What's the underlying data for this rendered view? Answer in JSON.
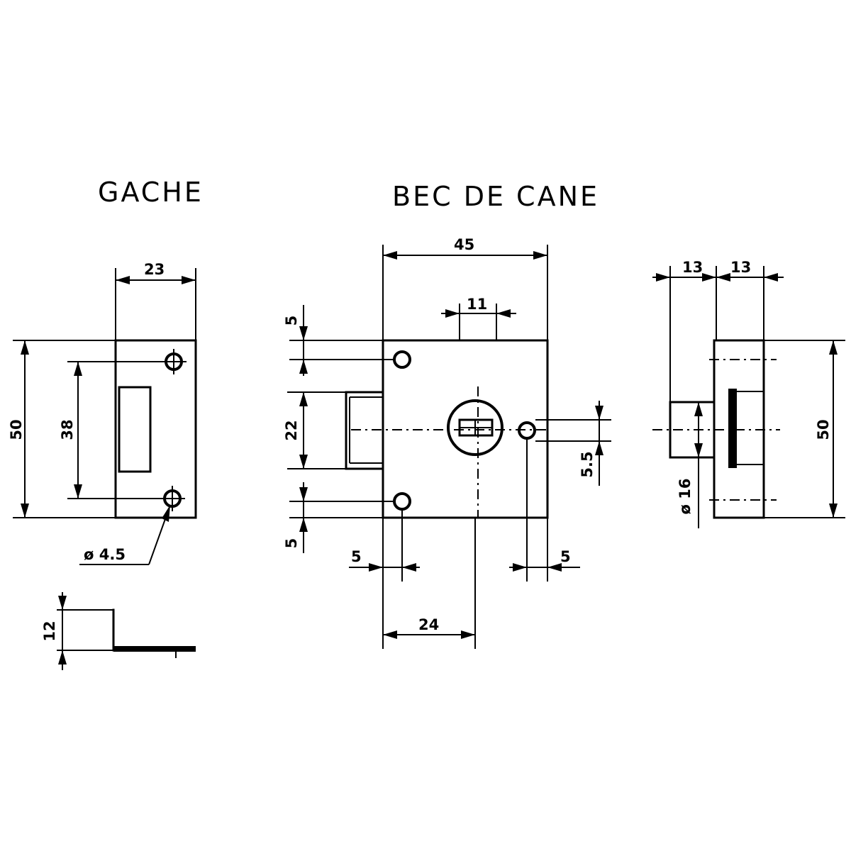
{
  "titles": {
    "gache": "GACHE",
    "bec": "BEC DE CANE"
  },
  "gache": {
    "width": "23",
    "height": "50",
    "hole_spacing": "38",
    "hole_diameter": "ø 4.5",
    "depth": "12"
  },
  "bec": {
    "width": "45",
    "slot_width": "11",
    "top_offset": "5",
    "bolt_height": "22",
    "bottom_offset": "5",
    "side_offset": "5.5",
    "left_hole_offset": "5",
    "right_hole_offset": "5",
    "backset": "24"
  },
  "side": {
    "left_width": "13",
    "right_width": "13",
    "height": "50",
    "diameter": "ø 16"
  }
}
